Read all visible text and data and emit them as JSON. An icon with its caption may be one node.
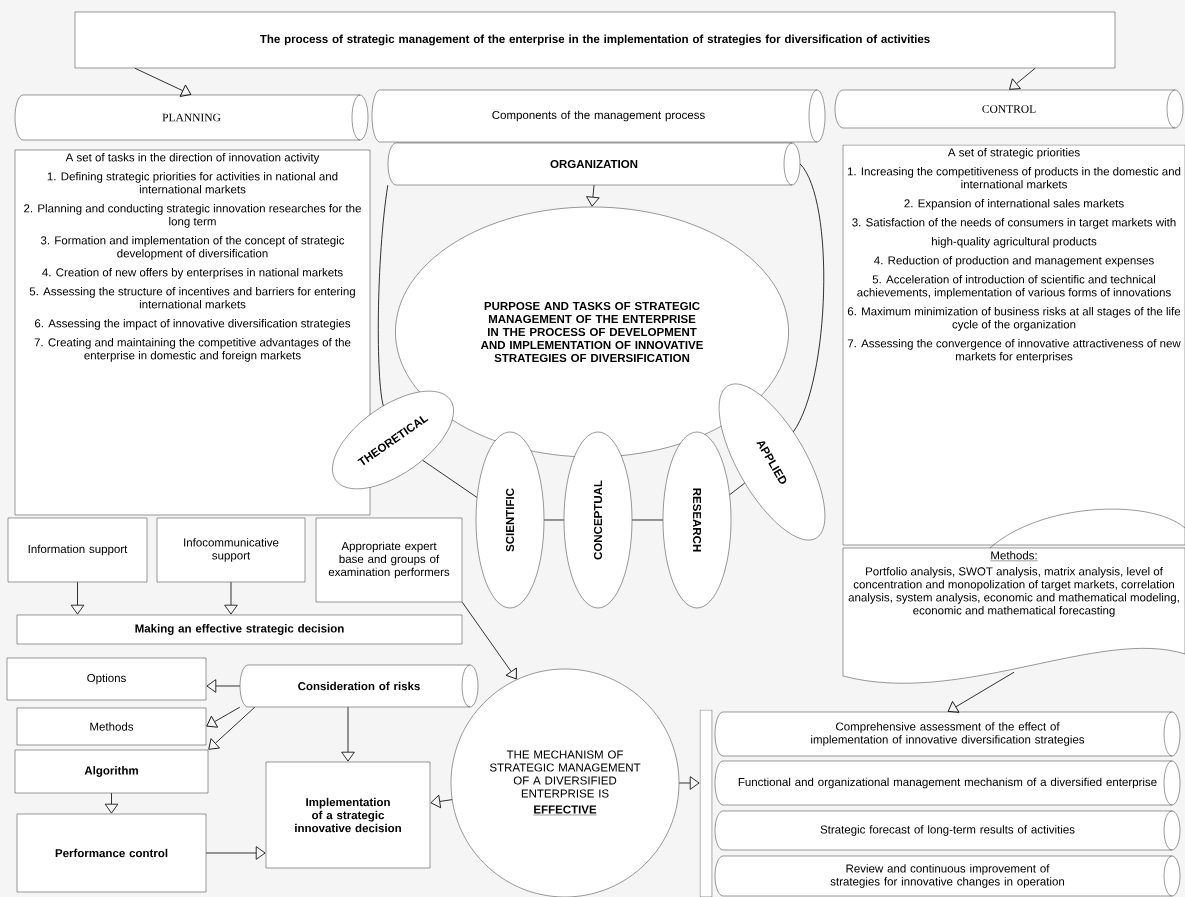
{
  "diagram": {
    "nodes": [
      {
        "text": [
          "The process of strategic management of the enterprise in the implementation of strategies for diversification of activities"
        ]
      },
      {
        "text": [
          "PLANNING"
        ]
      },
      {
        "text": [
          "Components of the management process"
        ]
      },
      {
        "text": [
          "CONTROL"
        ]
      },
      {
        "text": [
          "ORGANIZATION"
        ]
      },
      {
        "text": [
          "A set of tasks in the direction of innovation activity",
          "1. Defining strategic priorities for activities in national and international markets",
          "2. Planning and conducting strategic innovation researches for the long term",
          "3. Formation and implementation of the concept of strategic development of diversification",
          "4. Creation of new offers by enterprises in national markets",
          "5. Assessing the structure of incentives and barriers for entering international markets",
          "6. Assessing the impact of innovative diversification strategies",
          "7. Creating and maintaining the competitive advantages of the enterprise in domestic and foreign markets"
        ]
      },
      {
        "text": [
          "PURPOSE AND TASKS OF STRATEGIC MANAGEMENT OF THE ENTERPRISE IN THE PROCESS OF DEVELOPMENT AND IMPLEMENTATION OF INNOVATIVE STRATEGIES OF DIVERSIFICATION"
        ]
      },
      {
        "text": [
          "A set of strategic priorities",
          "1. Increasing the competitiveness of products in the domestic and international markets",
          "2. Expansion of international sales markets",
          "3. Satisfaction of the needs of consumers in target markets with",
          "high-quality agricultural products",
          "4. Reduction of production and management expenses",
          "5. Acceleration of introduction of scientific and technical achievements, implementation of various forms of innovations",
          "6. Maximum minimization of business risks at all stages of the life cycle of the organization",
          "7. Assessing the convergence of innovative attractiveness of new markets for enterprises"
        ]
      },
      {
        "text": [
          "THEORETICAL"
        ]
      },
      {
        "text": [
          "SCIENTIFIC"
        ]
      },
      {
        "text": [
          "CONCEPTUAL"
        ]
      },
      {
        "text": [
          "RESEARCH"
        ]
      },
      {
        "text": [
          "APPLIED"
        ]
      },
      {
        "text": [
          "Methods:",
          "Portfolio analysis, SWOT analysis, matrix analysis, level of concentration and monopolization of target markets, correlation analysis, system analysis, economic and mathematical modeling, economic and mathematical forecasting"
        ]
      },
      {
        "text": [
          "Information support"
        ]
      },
      {
        "text": [
          "Infocommunicative support"
        ]
      },
      {
        "text": [
          "Appropriate expert base and groups of examination performers"
        ]
      },
      {
        "text": [
          "Making an effective strategic decision"
        ]
      },
      {
        "text": [
          "Options"
        ]
      },
      {
        "text": [
          "Methods"
        ]
      },
      {
        "text": [
          "Algorithm"
        ]
      },
      {
        "text": [
          "Consideration of risks"
        ]
      },
      {
        "text": [
          "Performance control"
        ]
      },
      {
        "text": [
          "Implementation of a strategic innovative decision"
        ]
      },
      {
        "text": [
          "THE MECHANISM OF STRATEGIC MANAGEMENT OF A DIVERSIFIED ENTERPRISE IS",
          "EFFECTIVE"
        ]
      },
      {
        "text": [],
        "shape": "bar"
      },
      {
        "text": [
          "Comprehensive assessment of the effect of implementation of innovative diversification strategies"
        ]
      },
      {
        "text": [
          "Functional and organizational management mechanism of a diversified enterprise"
        ]
      },
      {
        "text": [
          "Strategic forecast of long-term results of activities"
        ]
      },
      {
        "text": [
          "Review and continuous improvement of strategies for innovative changes in operation"
        ]
      }
    ],
    "edges": [
      {
        "from": 0,
        "to": 1,
        "arrow": "to"
      },
      {
        "from": 0,
        "to": 3,
        "arrow": "to"
      },
      {
        "from": 4,
        "to": 6,
        "arrow": "to"
      },
      {
        "from": 4,
        "to": 8,
        "arrow": "none"
      },
      {
        "from": 4,
        "to": 12,
        "arrow": "none"
      },
      {
        "from": 8,
        "to": 9,
        "arrow": "none"
      },
      {
        "from": 9,
        "to": 10,
        "arrow": "none"
      },
      {
        "from": 10,
        "to": 11,
        "arrow": "none"
      },
      {
        "from": 11,
        "to": 12,
        "arrow": "none"
      },
      {
        "from": 14,
        "to": 17,
        "arrow": "to"
      },
      {
        "from": 15,
        "to": 17,
        "arrow": "to"
      },
      {
        "from": 16,
        "to": 24,
        "arrow": "to"
      },
      {
        "from": 21,
        "to": 18,
        "arrow": "to"
      },
      {
        "from": 21,
        "to": 19,
        "arrow": "to"
      },
      {
        "from": 21,
        "to": 20,
        "arrow": "to"
      },
      {
        "from": 21,
        "to": 23,
        "arrow": "to"
      },
      {
        "from": 20,
        "to": 22,
        "arrow": "to"
      },
      {
        "from": 22,
        "to": 23,
        "arrow": "to"
      },
      {
        "from": 24,
        "to": 23,
        "arrow": "to"
      },
      {
        "from": 24,
        "to": 25,
        "arrow": "to"
      },
      {
        "from": 13,
        "to": 26,
        "arrow": "to"
      }
    ]
  }
}
